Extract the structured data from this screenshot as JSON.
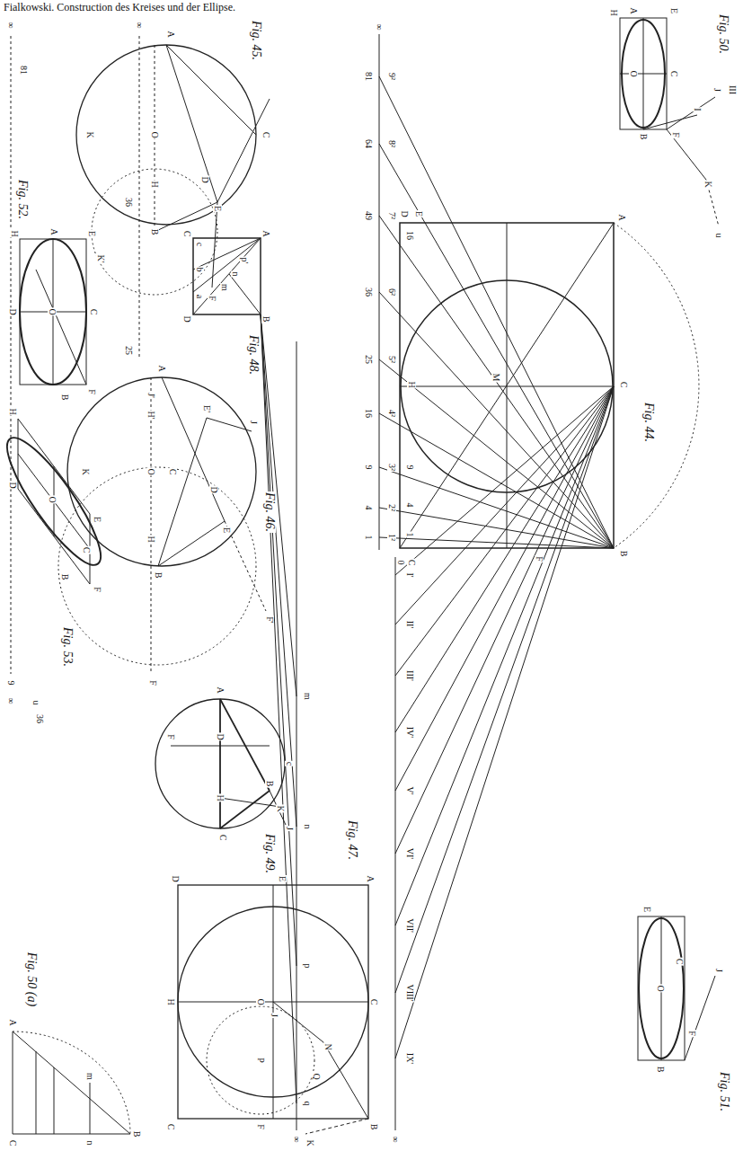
{
  "diagram": {
    "title": "Fialkowski. Construction des Kreises und der Ellipse.",
    "labels": [
      "Fig. 44.",
      "Fig. 45.",
      "Fig. 46.",
      "Fig. 47.",
      "Fig. 48.",
      "Fig. 49.",
      "Fig. 50.",
      "Fig. 50 (a)",
      "Fig. 51.",
      "Fig. 52.",
      "Fig. 53.",
      "A",
      "D",
      "E",
      "M",
      "C",
      "B",
      "F",
      "H",
      "0",
      "C",
      "1",
      "4",
      "9",
      "16",
      "∞",
      "81",
      "9²",
      "64",
      "8²",
      "49",
      "7²",
      "36",
      "6²",
      "25",
      "5²",
      "16",
      "4²",
      "9",
      "3²",
      "4",
      "2²",
      "1",
      "1²",
      "I'",
      "II'",
      "III'",
      "IV'",
      "V'",
      "VI'",
      "VII'",
      "VIII'",
      "IX'",
      "∞",
      "m",
      "n",
      "p",
      "q",
      "∞",
      "∞",
      "36",
      "25",
      "∞",
      "81",
      "9",
      "∞",
      "u",
      "36",
      "A",
      "K",
      "O",
      "C",
      "H",
      "B",
      "D",
      "E",
      "K'",
      "F",
      "A",
      "C",
      "c",
      "b",
      "a",
      "D",
      "B",
      "m",
      "n",
      "p'",
      "A",
      "J'",
      "H'",
      "E'",
      "J",
      "K",
      "O",
      "C",
      "D",
      "E",
      "H",
      "B",
      "F",
      "F'",
      "A",
      "F",
      "D",
      "H",
      "B",
      "K",
      "C",
      "c",
      "J",
      "D",
      "E",
      "A",
      "H",
      "O",
      "J",
      "C",
      "P",
      "N",
      "Q",
      "F",
      "C",
      "B",
      "K",
      "A",
      "C",
      "B",
      "m",
      "n",
      "H",
      "A",
      "E",
      "O",
      "C",
      "J",
      "III",
      "I",
      "F",
      "B",
      "K",
      "u",
      "E",
      "O",
      "C",
      "F",
      "B",
      "J",
      "H",
      "A",
      "E",
      "D",
      "O",
      "C",
      "F",
      "B",
      "H",
      "E",
      "O",
      "D",
      "C",
      "B",
      "F"
    ]
  }
}
